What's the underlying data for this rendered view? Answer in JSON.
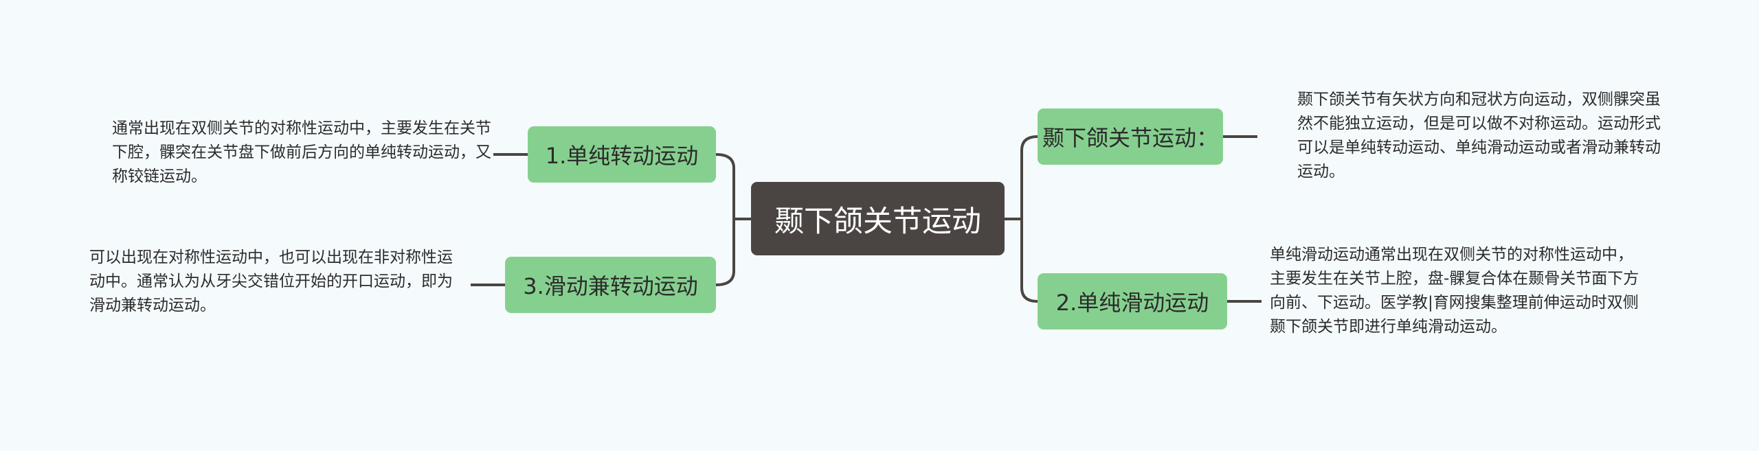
{
  "root": {
    "label": "颞下颌关节运动"
  },
  "branches": {
    "right_top": {
      "label": "颞下颌关节运动：",
      "note": "颞下颌关节有矢状方向和冠状方向运动，双侧髁突虽然不能独立运动，但是可以做不对称运动。运动形式可以是单纯转动运动、单纯滑动运动或者滑动兼转动运动。"
    },
    "right_bottom": {
      "label": "2.单纯滑动运动",
      "note": "单纯滑动运动通常出现在双侧关节的对称性运动中，主要发生在关节上腔，盘-髁复合体在颞骨关节面下方向前、下运动。医学教|育网搜集整理前伸运动时双侧颞下颌关节即进行单纯滑动运动。"
    },
    "left_top": {
      "label": "1.单纯转动运动",
      "note": "通常出现在双侧关节的对称性运动中，主要发生在关节下腔，髁突在关节盘下做前后方向的单纯转动运动，又称铰链运动。"
    },
    "left_bottom": {
      "label": "3.滑动兼转动运动",
      "note": "可以出现在对称性运动中，也可以出现在非对称性运动中。通常认为从牙尖交错位开始的开口运动，即为滑动兼转动运动。"
    }
  },
  "colors": {
    "root_fill": "#4a4543",
    "branch_fill": "#86d08f",
    "connector": "#4a4543",
    "background": "#f5fbfd"
  }
}
